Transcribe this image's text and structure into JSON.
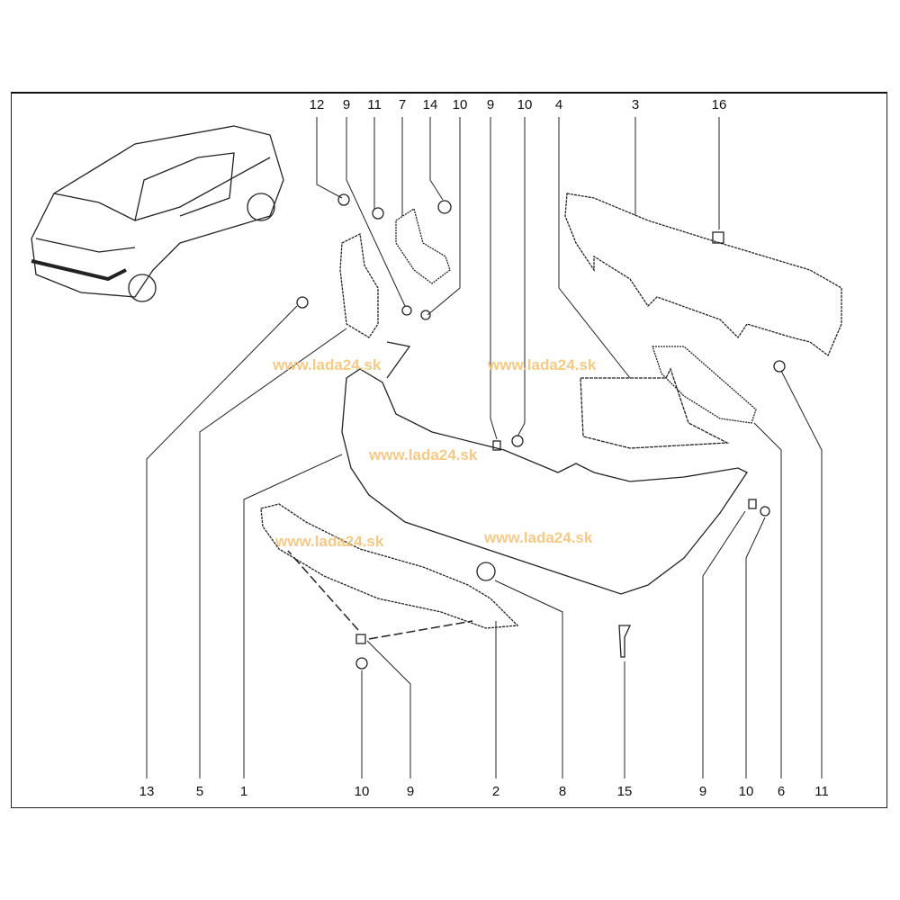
{
  "diagram": {
    "top_callouts": [
      "12",
      "9",
      "11",
      "7",
      "14",
      "10",
      "9",
      "10",
      "4",
      "3",
      "16"
    ],
    "bottom_callouts": [
      "13",
      "5",
      "1",
      "10",
      "9",
      "2",
      "8",
      "15",
      "9",
      "10",
      "6",
      "11"
    ],
    "watermark": "www.lada24.sk",
    "watermark_color": "#f5c57a"
  }
}
